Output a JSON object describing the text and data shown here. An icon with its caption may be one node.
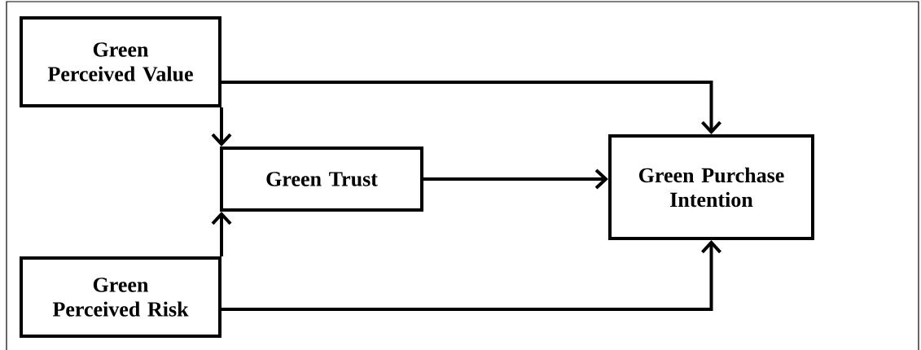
{
  "diagram": {
    "nodes": [
      {
        "text": [
          "Green Perceived Value"
        ]
      },
      {
        "text": [
          "Green Trust"
        ]
      },
      {
        "text": [
          "Green Purchase Intention"
        ]
      },
      {
        "text": [
          "Green Perceived Risk"
        ]
      }
    ],
    "edges": [
      {
        "from": 0,
        "to": 2,
        "arrow": "to"
      },
      {
        "from": 0,
        "to": 1,
        "arrow": "to"
      },
      {
        "from": 1,
        "to": 2,
        "arrow": "to"
      },
      {
        "from": 3,
        "to": 1,
        "arrow": "to"
      },
      {
        "from": 3,
        "to": 2,
        "arrow": "to"
      }
    ]
  }
}
